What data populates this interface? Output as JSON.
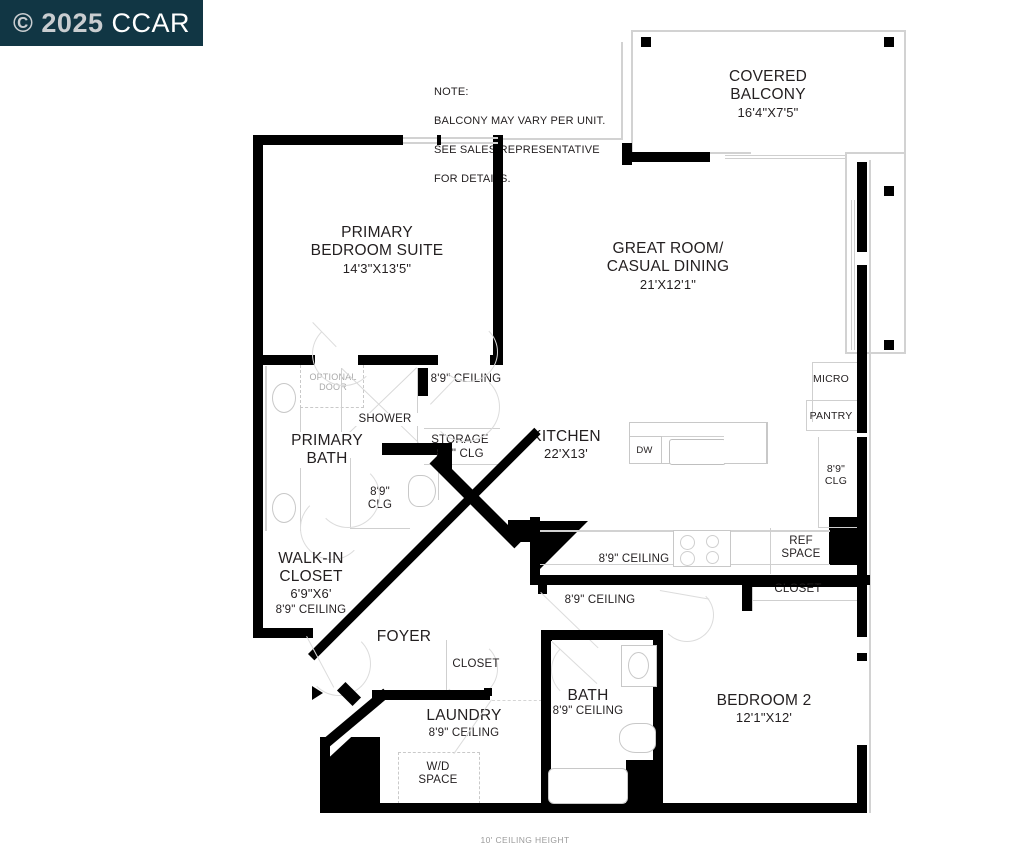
{
  "watermark": {
    "copyright_symbol": "©",
    "year": "2025",
    "org": "CCAR",
    "background_color": "#113644"
  },
  "note": {
    "line1": "NOTE:",
    "line2": "BALCONY MAY VARY PER UNIT.",
    "line3": "SEE SALES REPRESENTATIVE",
    "line4": "FOR DETAILS."
  },
  "caption": {
    "ceiling_height": "10' CEILING HEIGHT"
  },
  "rooms": {
    "balcony": {
      "name": "COVERED\nBALCONY",
      "dims": "16'4\"X7'5\""
    },
    "primary_bedroom": {
      "name": "PRIMARY\nBEDROOM SUITE",
      "dims": "14'3\"X13'5\""
    },
    "great_room": {
      "name": "GREAT ROOM/\nCASUAL DINING",
      "dims": "21'X12'1\""
    },
    "kitchen": {
      "name": "KITCHEN",
      "dims": "22'X13'"
    },
    "primary_bath": {
      "name": "PRIMARY\nBATH"
    },
    "walk_in_closet": {
      "name": "WALK-IN\nCLOSET",
      "dims": "6'9\"X6'",
      "ceiling": "8'9\" CEILING"
    },
    "foyer": {
      "name": "FOYER"
    },
    "laundry": {
      "name": "LAUNDRY",
      "ceiling": "8'9\" CEILING"
    },
    "bath": {
      "name": "BATH",
      "ceiling": "8'9\" CEILING"
    },
    "bedroom2": {
      "name": "BEDROOM 2",
      "dims": "12'1\"X12'"
    },
    "storage": {
      "name": "STORAGE",
      "ceiling": "8'9\" CLG"
    },
    "shower": {
      "name": "SHOWER"
    }
  },
  "annotations": {
    "optional_door": "OPTIONAL\nDOOR",
    "ceiling_bed_hall": "8'9\" CEILING",
    "clg_toilet": "8'9\"\nCLG",
    "clg_right": "8'9\"\nCLG",
    "ceiling_kitchen": "8'9\" CEILING",
    "ceiling_hall": "8'9\" CEILING",
    "micro": "MICRO",
    "pantry": "PANTRY",
    "ref_space": "REF\nSPACE",
    "closet_bed2": "CLOSET",
    "closet_foyer": "CLOSET",
    "wd_space": "W/D\nSPACE",
    "dishwasher": "DW"
  },
  "colors": {
    "wall": "#000000",
    "fixture_line": "#c8c8c8",
    "text": "#231f20",
    "muted_text": "#a9a9a9",
    "background": "#ffffff"
  }
}
